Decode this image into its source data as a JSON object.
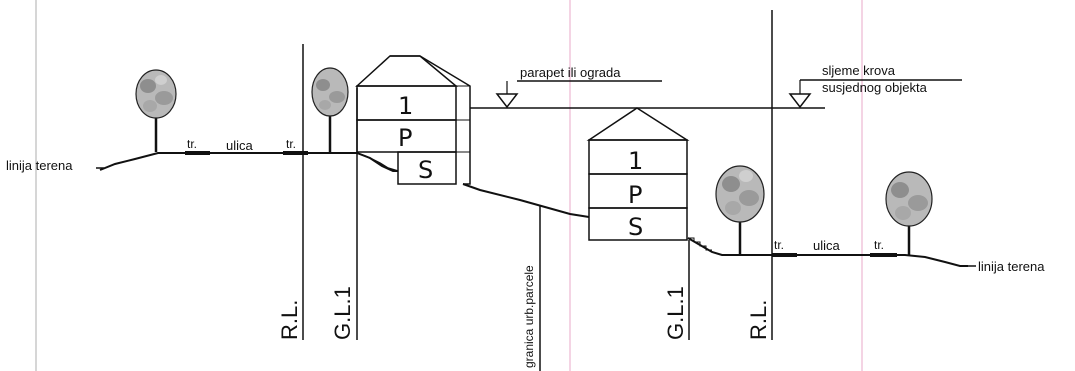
{
  "labels": {
    "terrain_left": "linija terena",
    "terrain_right": "linija terena",
    "street_left": "ulica",
    "street_right": "ulica",
    "sidewalk_left_a": "tr.",
    "sidewalk_left_b": "tr.",
    "sidewalk_right_a": "tr.",
    "sidewalk_right_b": "tr.",
    "parapet": "parapet ili ograda",
    "ridge_line1": "sljeme krova",
    "ridge_line2": "susjednog objekta",
    "parcel_boundary": "granica urb.parcele",
    "regulation_line_left": "R.L.",
    "building_line_left": "G.L.1",
    "building_line_right": "G.L.1",
    "regulation_line_right": "R.L."
  },
  "building_left": {
    "floors": [
      "1",
      "P",
      "S"
    ]
  },
  "building_right": {
    "floors": [
      "1",
      "P",
      "S"
    ]
  },
  "colors": {
    "ink": "#111111",
    "margin_line": "#e9a8c9",
    "background": "#ffffff"
  }
}
